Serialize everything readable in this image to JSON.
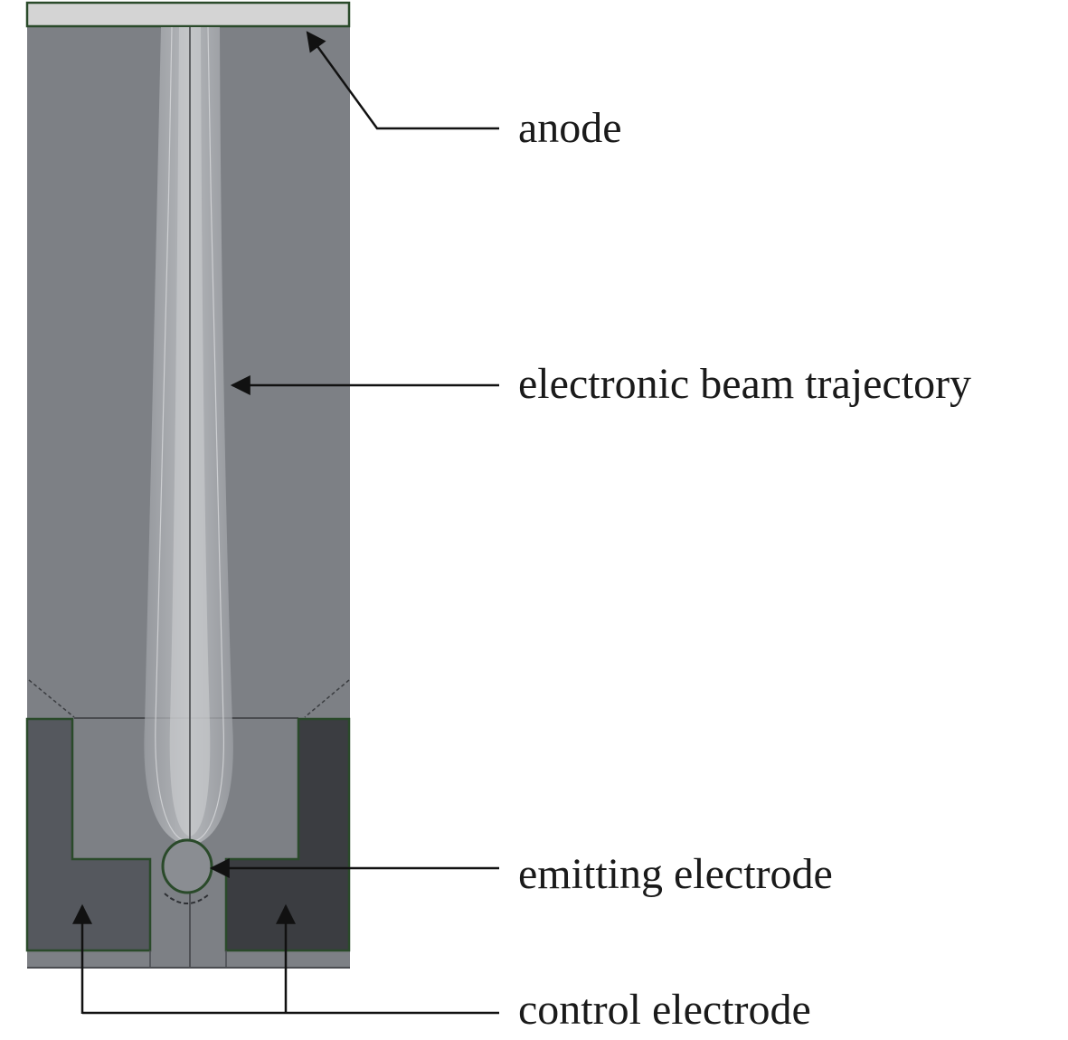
{
  "labels": {
    "anode": "anode",
    "beam": "electronic beam trajectory",
    "emitter": "emitting electrode",
    "control": "control electrode"
  },
  "colors": {
    "chamber": "#7d8085",
    "anode_fill": "#d4d4d4",
    "outline": "#2a4a2a",
    "left_electrode": "#55585e",
    "right_electrode": "#3b3d41",
    "beam_light": "#c2c4c7",
    "beam_mid": "#a3a6aa",
    "leader": "#111111"
  }
}
